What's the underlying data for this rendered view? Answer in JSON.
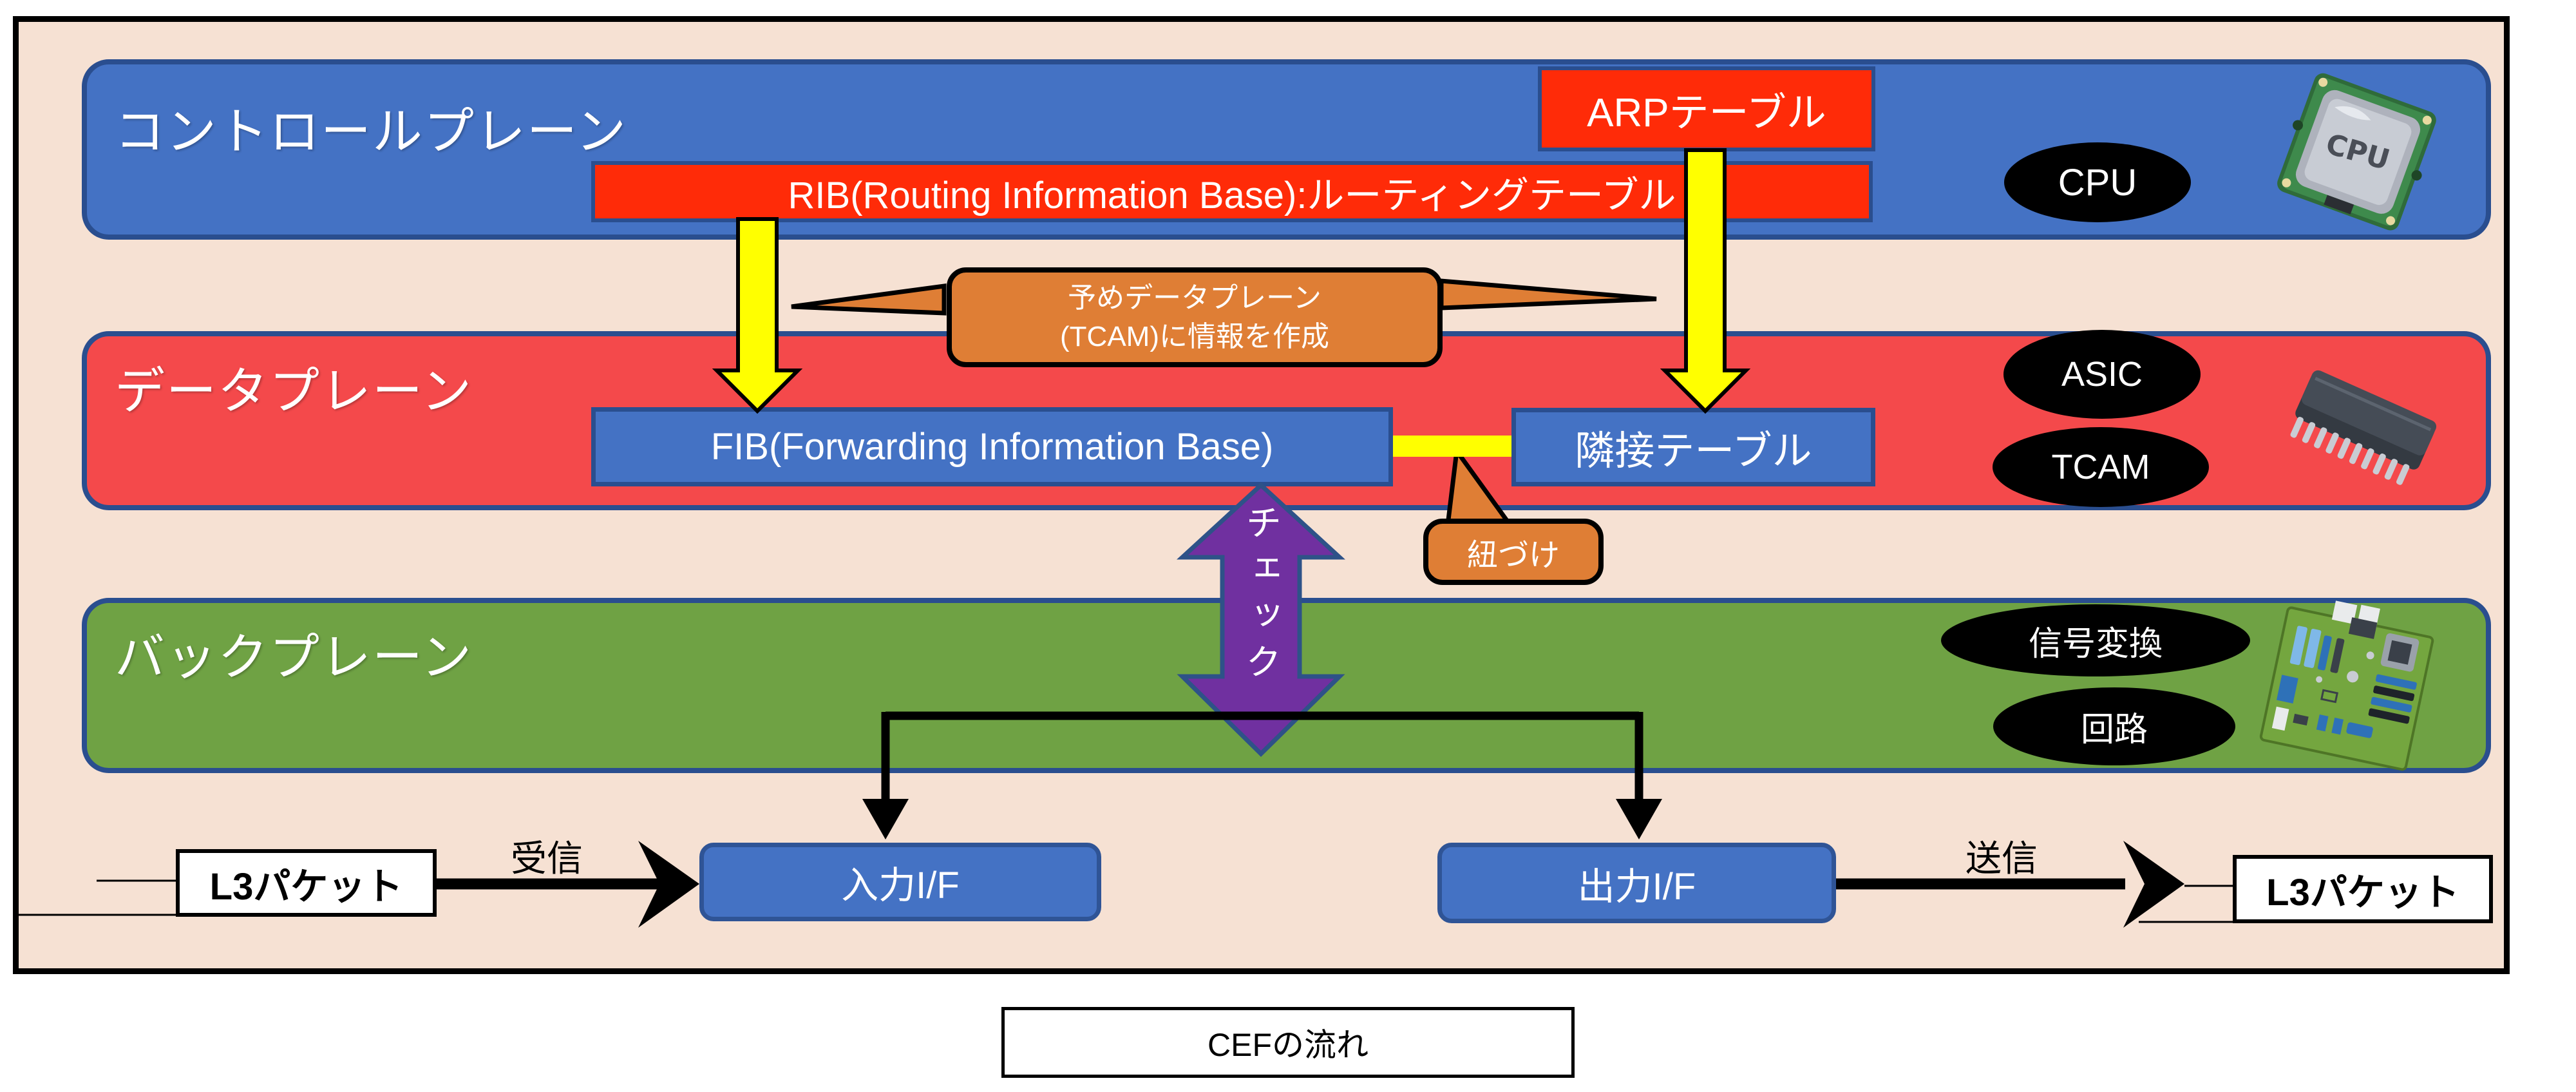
{
  "diagram_title": "CEFの流れ",
  "planes": {
    "control": {
      "label": "コントロールプレーン",
      "color": "#4472C4"
    },
    "data": {
      "label": "データプレーン",
      "color": "#F4494B"
    },
    "back": {
      "label": "バックプレーン",
      "color": "#6FA244"
    }
  },
  "boxes": {
    "arp_table": "ARPテーブル",
    "rib": "RIB(Routing Information Base):ルーティングテーブル",
    "fib": "FIB(Forwarding Information Base)",
    "adjacency_table": "隣接テーブル",
    "input_if": "入力I/F",
    "output_if": "出力I/F",
    "l3_packet_left": "L3パケット",
    "l3_packet_right": "L3パケット"
  },
  "hardware": {
    "cpu": "CPU",
    "asic": "ASIC",
    "tcam": "TCAM",
    "signal_conversion": "信号変換",
    "circuit": "回路"
  },
  "callouts": {
    "tcam_note_line1": "予めデータプレーン",
    "tcam_note_line2": "(TCAM)に情報を作成",
    "link_note": "紐づけ"
  },
  "flow_labels": {
    "check": "チェック",
    "receive": "受信",
    "send": "送信"
  },
  "caption": "CEFの流れ",
  "colors": {
    "background": "#F6E1D3",
    "band_border": "#2A4E8F",
    "red_box": "#FF2B08",
    "orange_callout": "#DF7E35",
    "yellow_arrow": "#FFFF00",
    "purple_arrow": "#7030A0",
    "blue_box": "#4472C4"
  }
}
